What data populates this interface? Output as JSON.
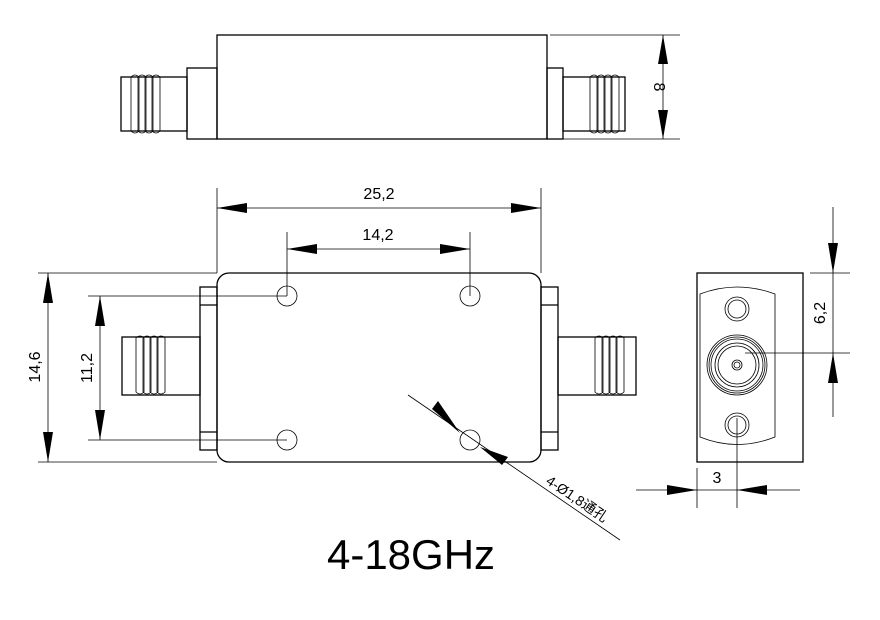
{
  "title": "4-18GHz",
  "dimensions": {
    "height_top": "8",
    "overall_length": "25,2",
    "hole_spacing_x": "14,2",
    "overall_width": "14,6",
    "hole_spacing_y": "11,2",
    "connector_height": "6,2",
    "connector_offset": "3",
    "hole_note": "4-Ø1,8通孔"
  },
  "colors": {
    "line": "#000000",
    "background": "#ffffff"
  }
}
